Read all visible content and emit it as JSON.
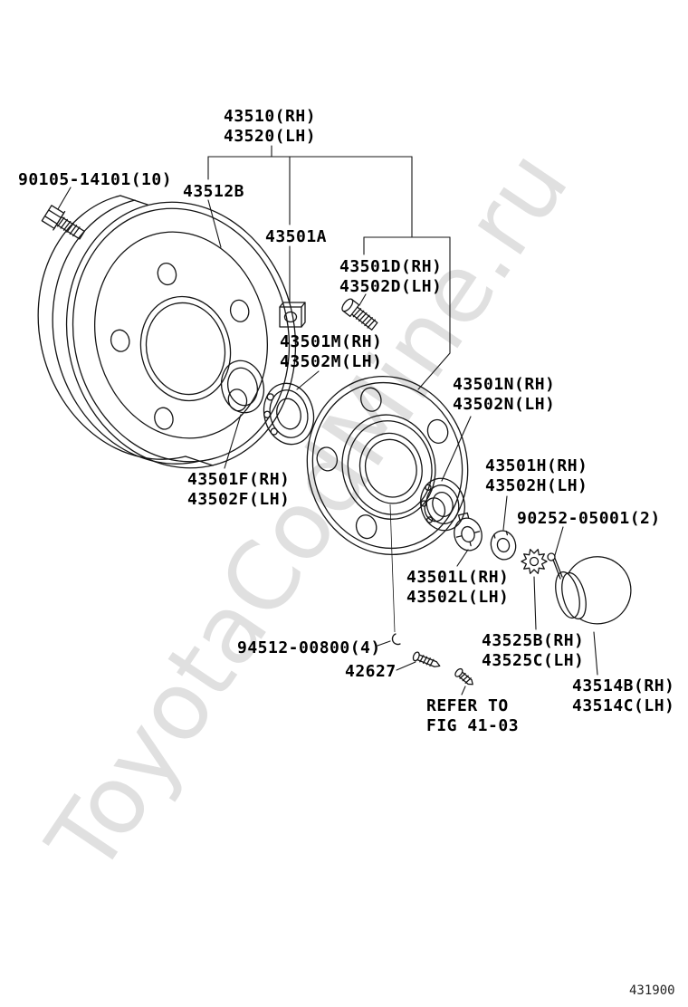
{
  "watermark": "ToyotaCodMine.ru",
  "figure_code": "431900",
  "diagram_title": "front axle hub exploded parts diagram",
  "labels": [
    {
      "part": "brake-drum-assembly",
      "line1": "43510(RH)",
      "line2": "43520(LH)"
    },
    {
      "part": "hub-bolt",
      "line1": "90105-14101(10)",
      "line2": ""
    },
    {
      "part": "drum-sub-part",
      "line1": "43512B",
      "line2": ""
    },
    {
      "part": "hub-nut",
      "line1": "43501A",
      "line2": ""
    },
    {
      "part": "hub-sub-assembly",
      "line1": "43501D(RH)",
      "line2": "43502D(LH)"
    },
    {
      "part": "inner-bearing",
      "line1": "43501M(RH)",
      "line2": "43502M(LH)"
    },
    {
      "part": "outer-bearing",
      "line1": "43501N(RH)",
      "line2": "43502N(LH)"
    },
    {
      "part": "oil-seal",
      "line1": "43501F(RH)",
      "line2": "43502F(LH)"
    },
    {
      "part": "castle-nut",
      "line1": "43501H(RH)",
      "line2": "43502H(LH)"
    },
    {
      "part": "cotter-pin",
      "line1": "90252-05001(2)",
      "line2": ""
    },
    {
      "part": "lock-washer",
      "line1": "43501L(RH)",
      "line2": "43502L(LH)"
    },
    {
      "part": "nut-lock-cap",
      "line1": "43525B(RH)",
      "line2": "43525C(LH)"
    },
    {
      "part": "snap-ring",
      "line1": "94512-00800(4)",
      "line2": ""
    },
    {
      "part": "screw",
      "line1": "42627",
      "line2": ""
    },
    {
      "part": "reference-note",
      "line1": "REFER TO",
      "line2": "FIG 41-03"
    },
    {
      "part": "grease-cap",
      "line1": "43514B(RH)",
      "line2": "43514C(LH)"
    }
  ]
}
